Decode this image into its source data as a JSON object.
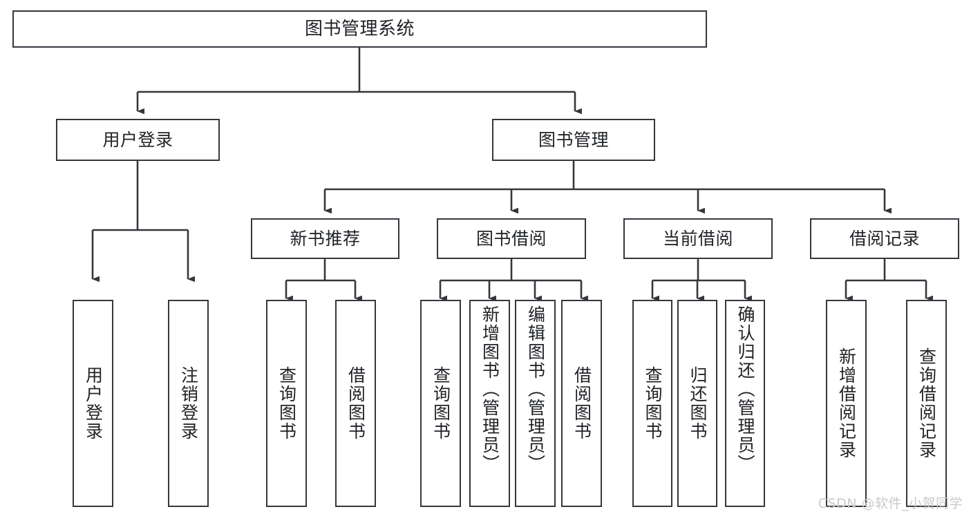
{
  "diagram": {
    "title": "图书管理系统",
    "watermark": "CSDN @软件_小贺同学",
    "colors": {
      "background": "#ffffff",
      "stroke": "#33373c",
      "text": "#1f2226",
      "watermark": "#c9c9c9"
    },
    "root": {
      "label": "图书管理系统"
    },
    "level2": [
      {
        "label": "用户登录"
      },
      {
        "label": "图书管理"
      }
    ],
    "level3": [
      {
        "label": "新书推荐"
      },
      {
        "label": "图书借阅"
      },
      {
        "label": "当前借阅"
      },
      {
        "label": "借阅记录"
      }
    ],
    "leaves": {
      "user_login": [
        {
          "label": "用户登录"
        },
        {
          "label": "注销登录"
        }
      ],
      "new_book_recommend": [
        {
          "label": "查询图书"
        },
        {
          "label": "借阅图书"
        }
      ],
      "book_borrow": [
        {
          "label": "查询图书"
        },
        {
          "label": "新增图书（管理员）"
        },
        {
          "label": "编辑图书（管理员）"
        },
        {
          "label": "借阅图书"
        }
      ],
      "current_borrow": [
        {
          "label": "查询图书"
        },
        {
          "label": "归还图书"
        },
        {
          "label": "确认归还（管理员）"
        }
      ],
      "borrow_record": [
        {
          "label": "新增借阅记录"
        },
        {
          "label": "查询借阅记录"
        }
      ]
    }
  }
}
